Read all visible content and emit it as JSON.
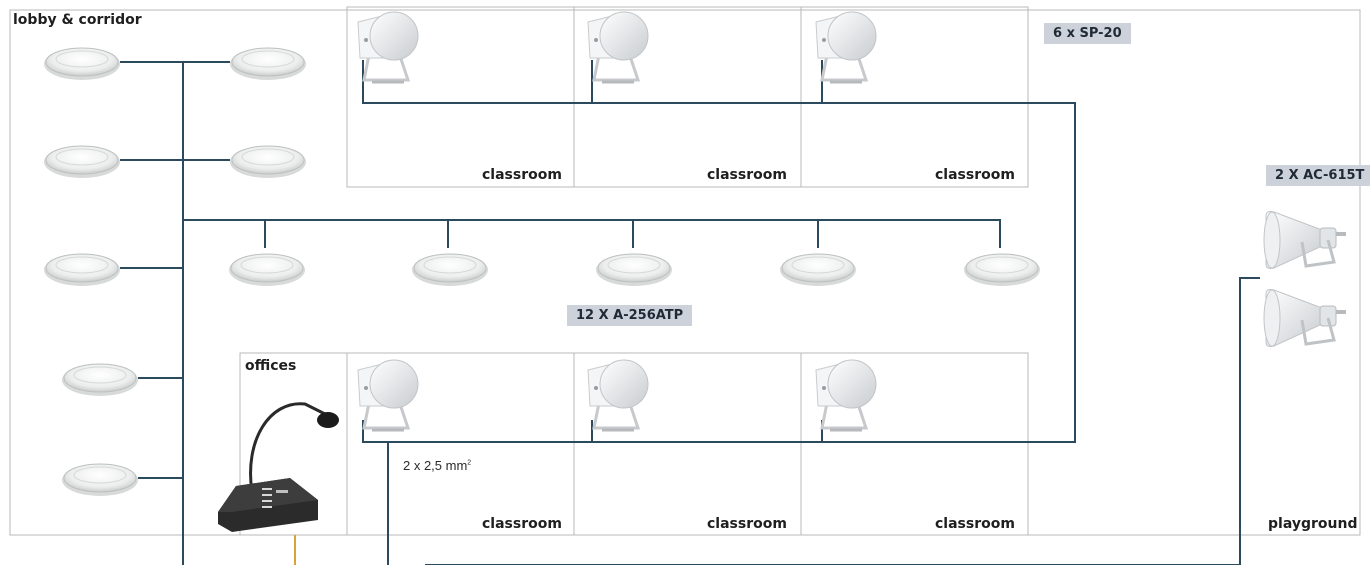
{
  "zones": {
    "lobby": "lobby & corridor",
    "offices": "offices",
    "classroom": "classroom",
    "playground": "playground"
  },
  "tags": {
    "sp20": "6 x SP-20",
    "a256": "12 X A-256ATP",
    "ac615": "2 X AC-615T"
  },
  "cable": {
    "text": "2 x 2,5 mm",
    "sup": "2"
  },
  "colors": {
    "wire": "#2b4a5e",
    "room_border": "#b8b8b8",
    "tag_bg": "#cdd1da",
    "mic_lead": "#d8a13a"
  },
  "icons": {
    "ceiling_speaker": "ceiling-speaker-icon",
    "projector_speaker": "projector-speaker-icon",
    "horn_speaker": "horn-speaker-icon",
    "microphone": "paging-microphone-icon"
  }
}
